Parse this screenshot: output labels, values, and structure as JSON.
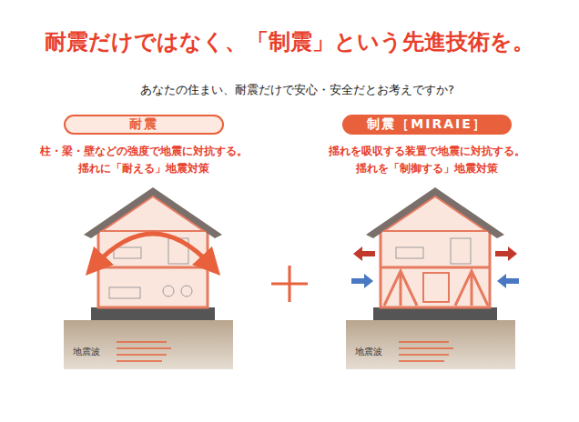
{
  "diagram": {
    "title": "耐震だけではなく、「制震」という先進技術を。",
    "nodes": [
      {
        "text": [
          "耐震"
        ]
      },
      {
        "text": [
          "制震［MIRAIE］"
        ]
      }
    ],
    "labels": [
      "あなたの住まい、耐震だけで安心・安全だとお考えですか?",
      "柱・梁・壁などの強度で地震に対抗する。",
      "揺れに「耐える」地震対策",
      "揺れを吸収する装置で地震に対抗する。",
      "揺れを「制御する」地震対策",
      "地震波",
      "地震波"
    ]
  }
}
